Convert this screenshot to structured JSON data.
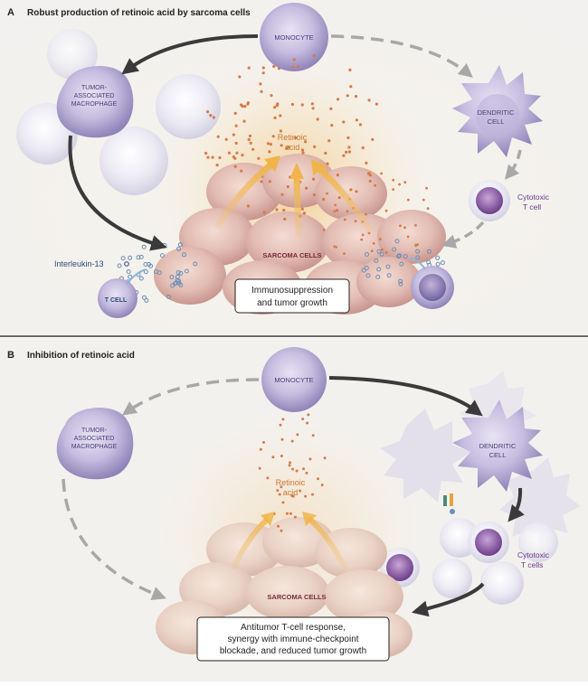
{
  "panel_a": {
    "letter": "A",
    "title": "Robust production of retinoic acid by sarcoma cells",
    "monocyte": "MONOCYTE",
    "macrophage_line1": "TUMOR-",
    "macrophage_line2": "ASSOCIATED",
    "macrophage_line3": "MACROPHAGE",
    "dendritic_line1": "DENDRITIC",
    "dendritic_line2": "CELL",
    "cytotoxic_line1": "Cytotoxic",
    "cytotoxic_line2": "T cell",
    "retinoic_line1": "Retinoic",
    "retinoic_line2": "acid",
    "sarcoma": "SARCOMA CELLS",
    "interleukin": "Interleukin-13",
    "tcell": "T CELL",
    "result_line1": "Immunosuppression",
    "result_line2": "and tumor growth"
  },
  "panel_b": {
    "letter": "B",
    "title": "Inhibition of retinoic acid",
    "monocyte": "MONOCYTE",
    "macrophage_line1": "TUMOR-",
    "macrophage_line2": "ASSOCIATED",
    "macrophage_line3": "MACROPHAGE",
    "dendritic_line1": "DENDRITIC",
    "dendritic_line2": "CELL",
    "cytotoxic_line1": "Cytotoxic",
    "cytotoxic_line2": "T cells",
    "retinoic_line1": "Retinoic",
    "retinoic_line2": "acid",
    "sarcoma": "SARCOMA CELLS",
    "result_line1": "Antitumor T-cell response,",
    "result_line2": "synergy with immune-checkpoint",
    "result_line3": "blockade, and reduced tumor growth"
  },
  "colors": {
    "cell_label": "#4b3f78",
    "cytotoxic_label": "#6a3a86",
    "retinoic_label": "#c9782b",
    "sarcoma_label": "#7b2a3d",
    "interleukin_label": "#2b4a7d",
    "arrow_dark": "#3a3a3a",
    "arrow_gray": "#a8a8a8"
  }
}
